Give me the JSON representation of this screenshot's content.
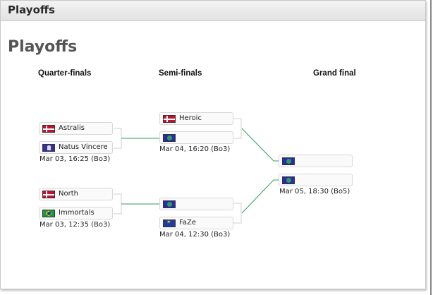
{
  "panel": {
    "title": "Playoffs"
  },
  "page_title": "Playoffs",
  "rounds": [
    {
      "label": "Quarter-finals"
    },
    {
      "label": "Semi-finals"
    },
    {
      "label": "Grand final"
    }
  ],
  "matches": {
    "qf1": {
      "team1": {
        "name": "Astralis",
        "flag": "denmark-flag"
      },
      "team2": {
        "name": "Natus Vincere",
        "flag": "navi-flag"
      },
      "time": "Mar 03, 16:25 (Bo3)"
    },
    "qf2": {
      "team1": {
        "name": "North",
        "flag": "denmark-flag"
      },
      "team2": {
        "name": "Immortals",
        "flag": "brazil-flag"
      },
      "time": "Mar 03, 12:35 (Bo3)"
    },
    "sf1": {
      "team1": {
        "name": "Heroic",
        "flag": "denmark-flag"
      },
      "team2": {
        "name": "",
        "flag": "world-flag"
      },
      "time": "Mar 04, 16:20 (Bo3)"
    },
    "sf2": {
      "team1": {
        "name": "",
        "flag": "world-flag"
      },
      "team2": {
        "name": "FaZe",
        "flag": "eu-flag"
      },
      "time": "Mar 04, 12:30 (Bo3)"
    },
    "gf": {
      "team1": {
        "name": "",
        "flag": "world-flag"
      },
      "team2": {
        "name": "",
        "flag": "world-flag"
      },
      "time": "Mar 05, 18:30 (Bo5)"
    }
  },
  "colors": {
    "connector": "#cccccc",
    "advance_line": "#2e9e5a"
  }
}
